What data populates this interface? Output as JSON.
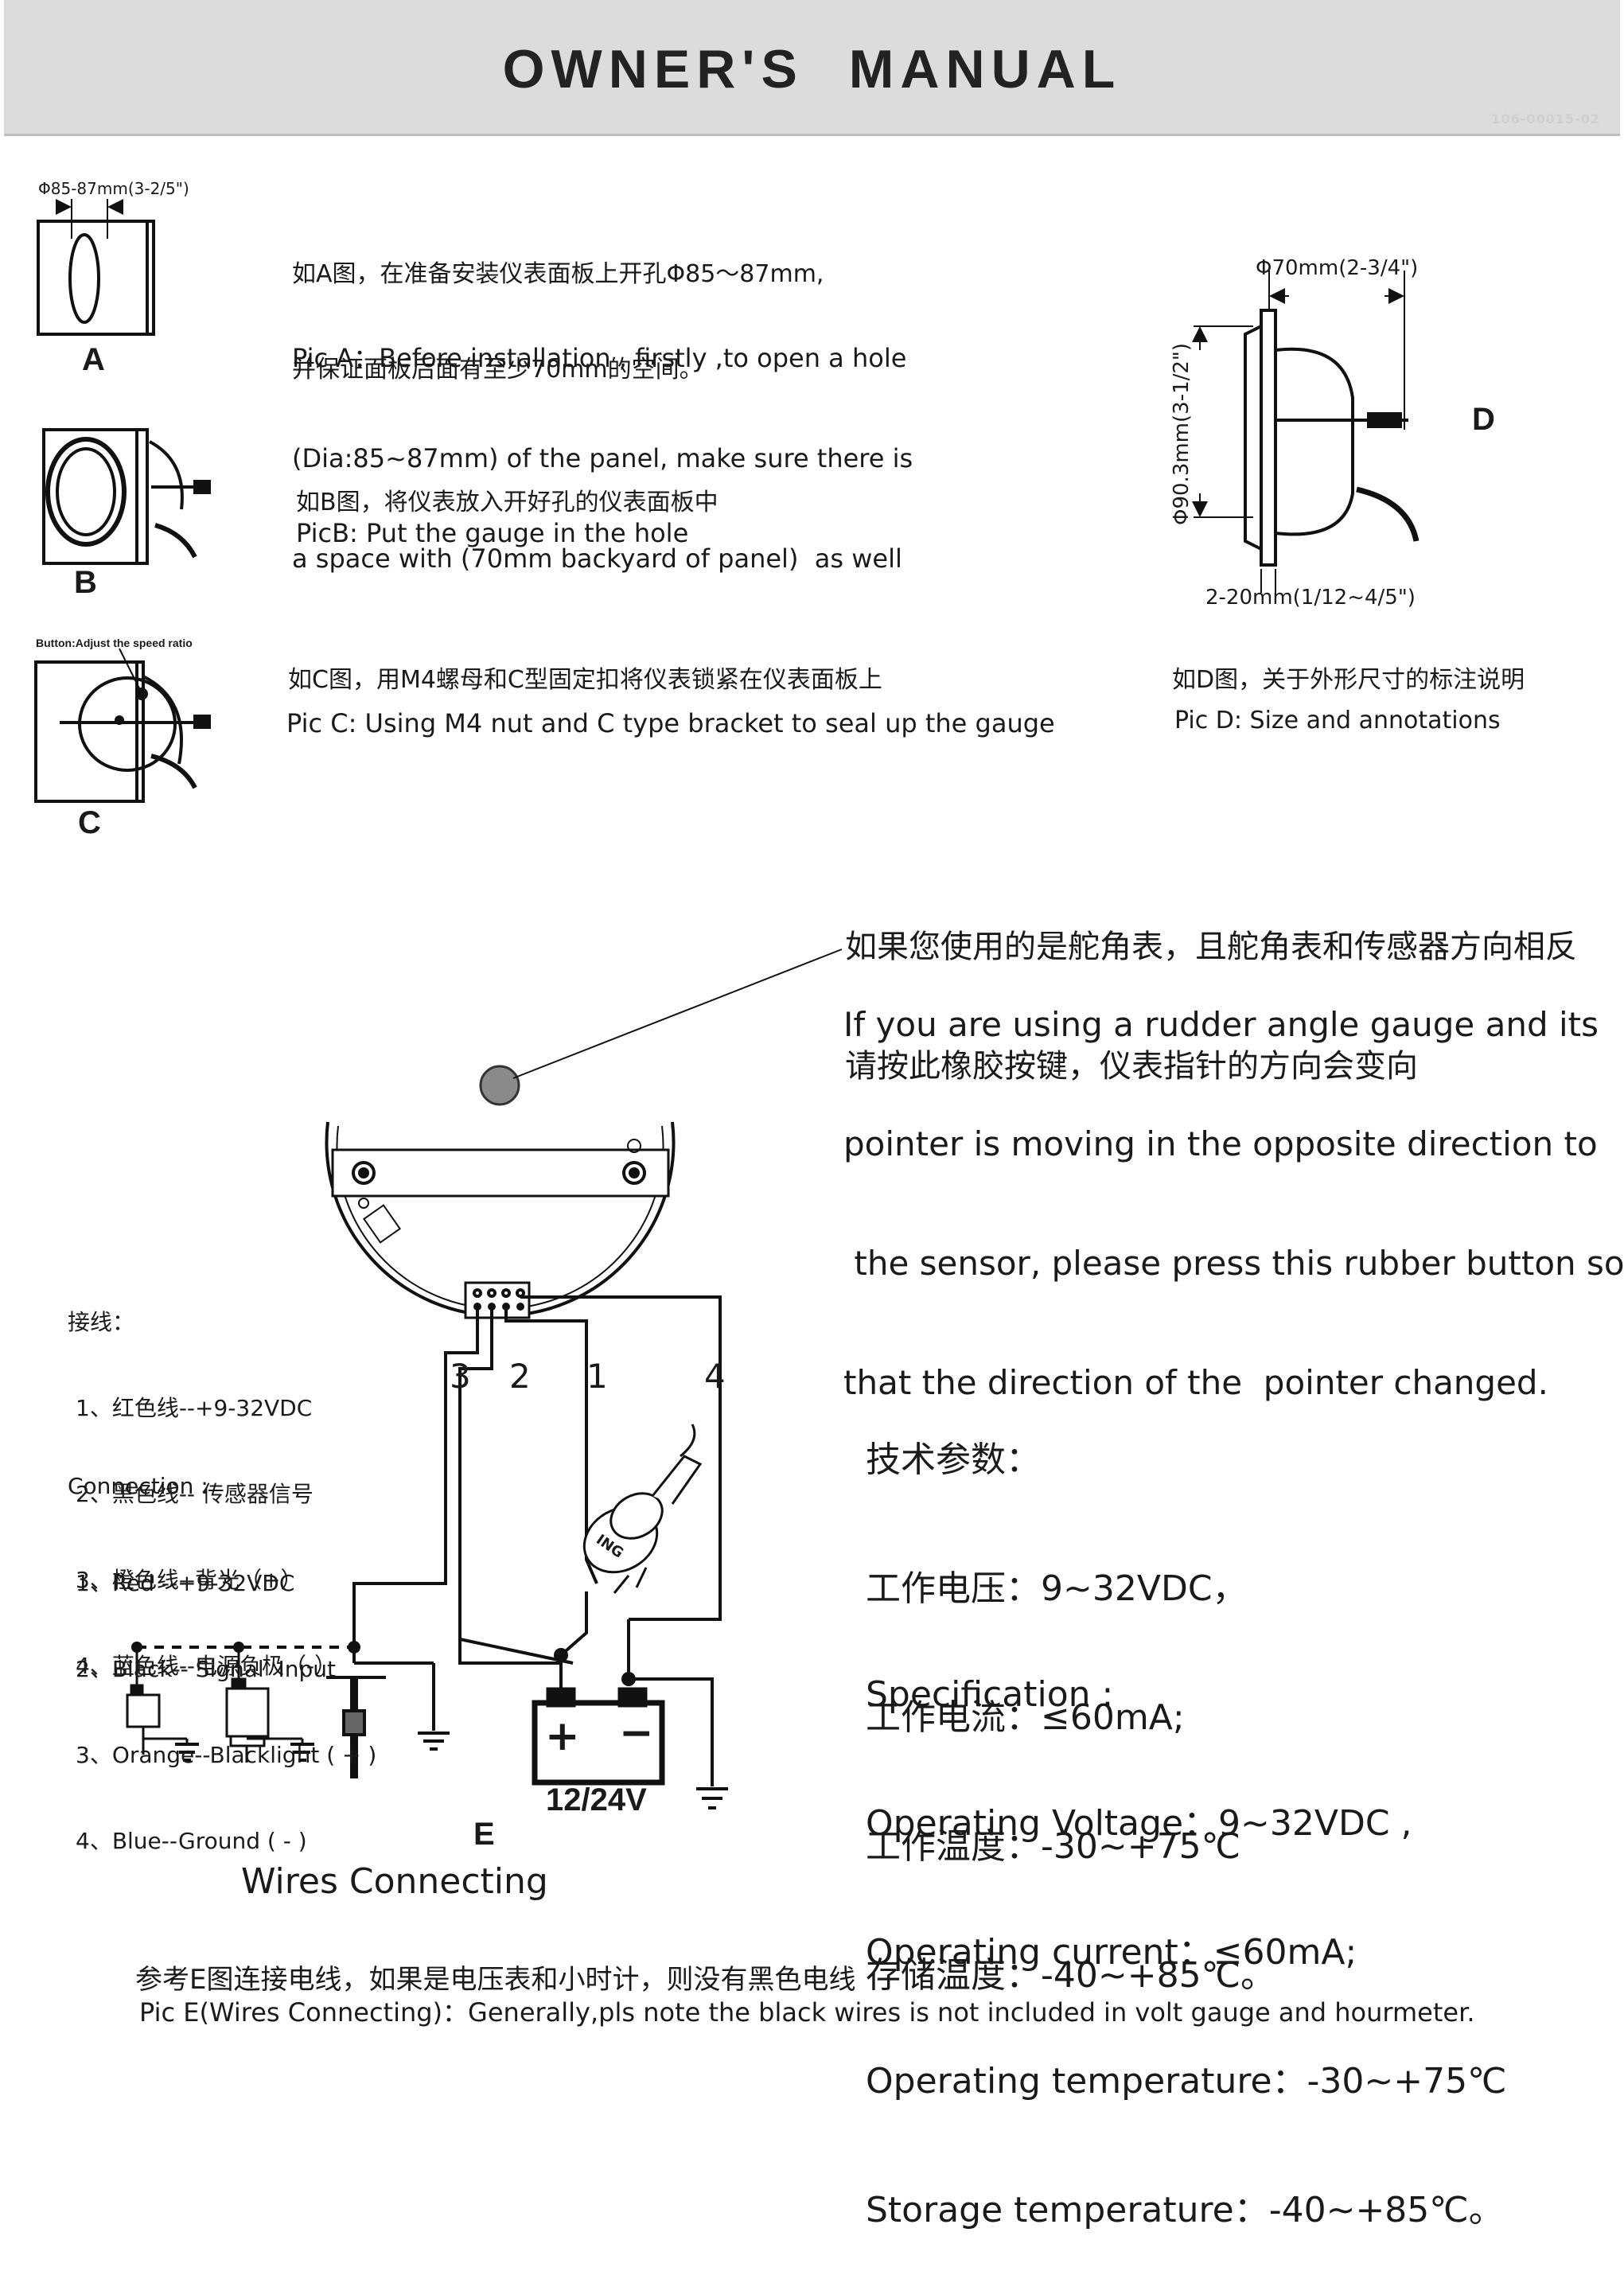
{
  "header": {
    "title": "OWNER'S   MANUAL",
    "doc_number": "106-00015-02"
  },
  "pic_a": {
    "label": "A",
    "dim_label": "Φ85-87mm(3-2/5\")",
    "zh_lines": [
      "如A图，在准备安装仪表面板上开孔Φ85～87mm,",
      "并保证面板后面有至少70mm的空间。"
    ],
    "en_lines": [
      "Pic A：Before installation , firstly ,to open a hole",
      "(Dia:85~87mm) of the panel, make sure there is",
      "a space with (70mm backyard of panel)  as well"
    ]
  },
  "pic_b": {
    "label": "B",
    "zh": "如B图，将仪表放入开好孔的仪表面板中",
    "en": "PicB: Put the gauge in the hole"
  },
  "pic_c": {
    "label": "C",
    "button_label": "Button:Adjust the speed ratio",
    "zh": "如C图，用M4螺母和C型固定扣将仪表锁紧在仪表面板上",
    "en": "Pic C: Using M4 nut and C type bracket to seal up the gauge"
  },
  "pic_d": {
    "label": "D",
    "dim_top": "Φ70mm(2-3/4\")",
    "dim_side": "Φ90.3mm(3-1/2\")",
    "dim_bottom": "2-20mm(1/12~4/5\")",
    "zh": "如D图，关于外形尺寸的标注说明",
    "en": "Pic D: Size and annotations"
  },
  "rudder_note": {
    "zh_lines": [
      "如果您使用的是舵角表，且舵角表和传感器方向相反",
      "请按此橡胶按键，仪表指针的方向会变向"
    ],
    "en_lines": [
      "If you are using a rudder angle gauge and its",
      "pointer is moving in the opposite direction to",
      " the sensor, please press this rubber button so",
      "that the direction of the  pointer changed."
    ]
  },
  "wiring_zh": {
    "title": "接线：",
    "items": [
      "1、红色线--+9-32VDC",
      "2、黑色线-- 传感器信号",
      "3、橙色线--背光（+）",
      "4、蓝色线--电源负极（-）"
    ]
  },
  "wiring_en": {
    "title": "Connection :",
    "items": [
      "1、Red --+9-32VDC",
      "2、Black-- Signal  Input",
      "3、Orange--Blacklight ( + )",
      "4、Blue--Ground ( - )"
    ]
  },
  "diagram_e": {
    "label": "E",
    "caption": "Wires Connecting",
    "battery": "12/24V",
    "battery_plus": "+",
    "battery_minus": "−",
    "wire_nums": [
      "3",
      "2",
      "1",
      "4"
    ],
    "ign_label": "ING"
  },
  "spec_zh": {
    "title": "技术参数：",
    "items": [
      "工作电压：9~32VDC，",
      "工作电流：≤60mA;",
      "工作温度：-30~+75℃",
      "存储温度：-40~+85℃。"
    ]
  },
  "spec_en": {
    "title": "Specification :",
    "items": [
      "Operating Voltage：9~32VDC ,",
      "Operating current：≤60mA;",
      "Operating temperature：-30~+75℃",
      "Storage temperature：-40~+85℃。"
    ]
  },
  "footer": {
    "zh": "参考E图连接电线，如果是电压表和小时计，则没有黑色电线",
    "en": "Pic E(Wires Connecting)：Generally,pls note the black wires is not included in volt gauge and hourmeter."
  }
}
